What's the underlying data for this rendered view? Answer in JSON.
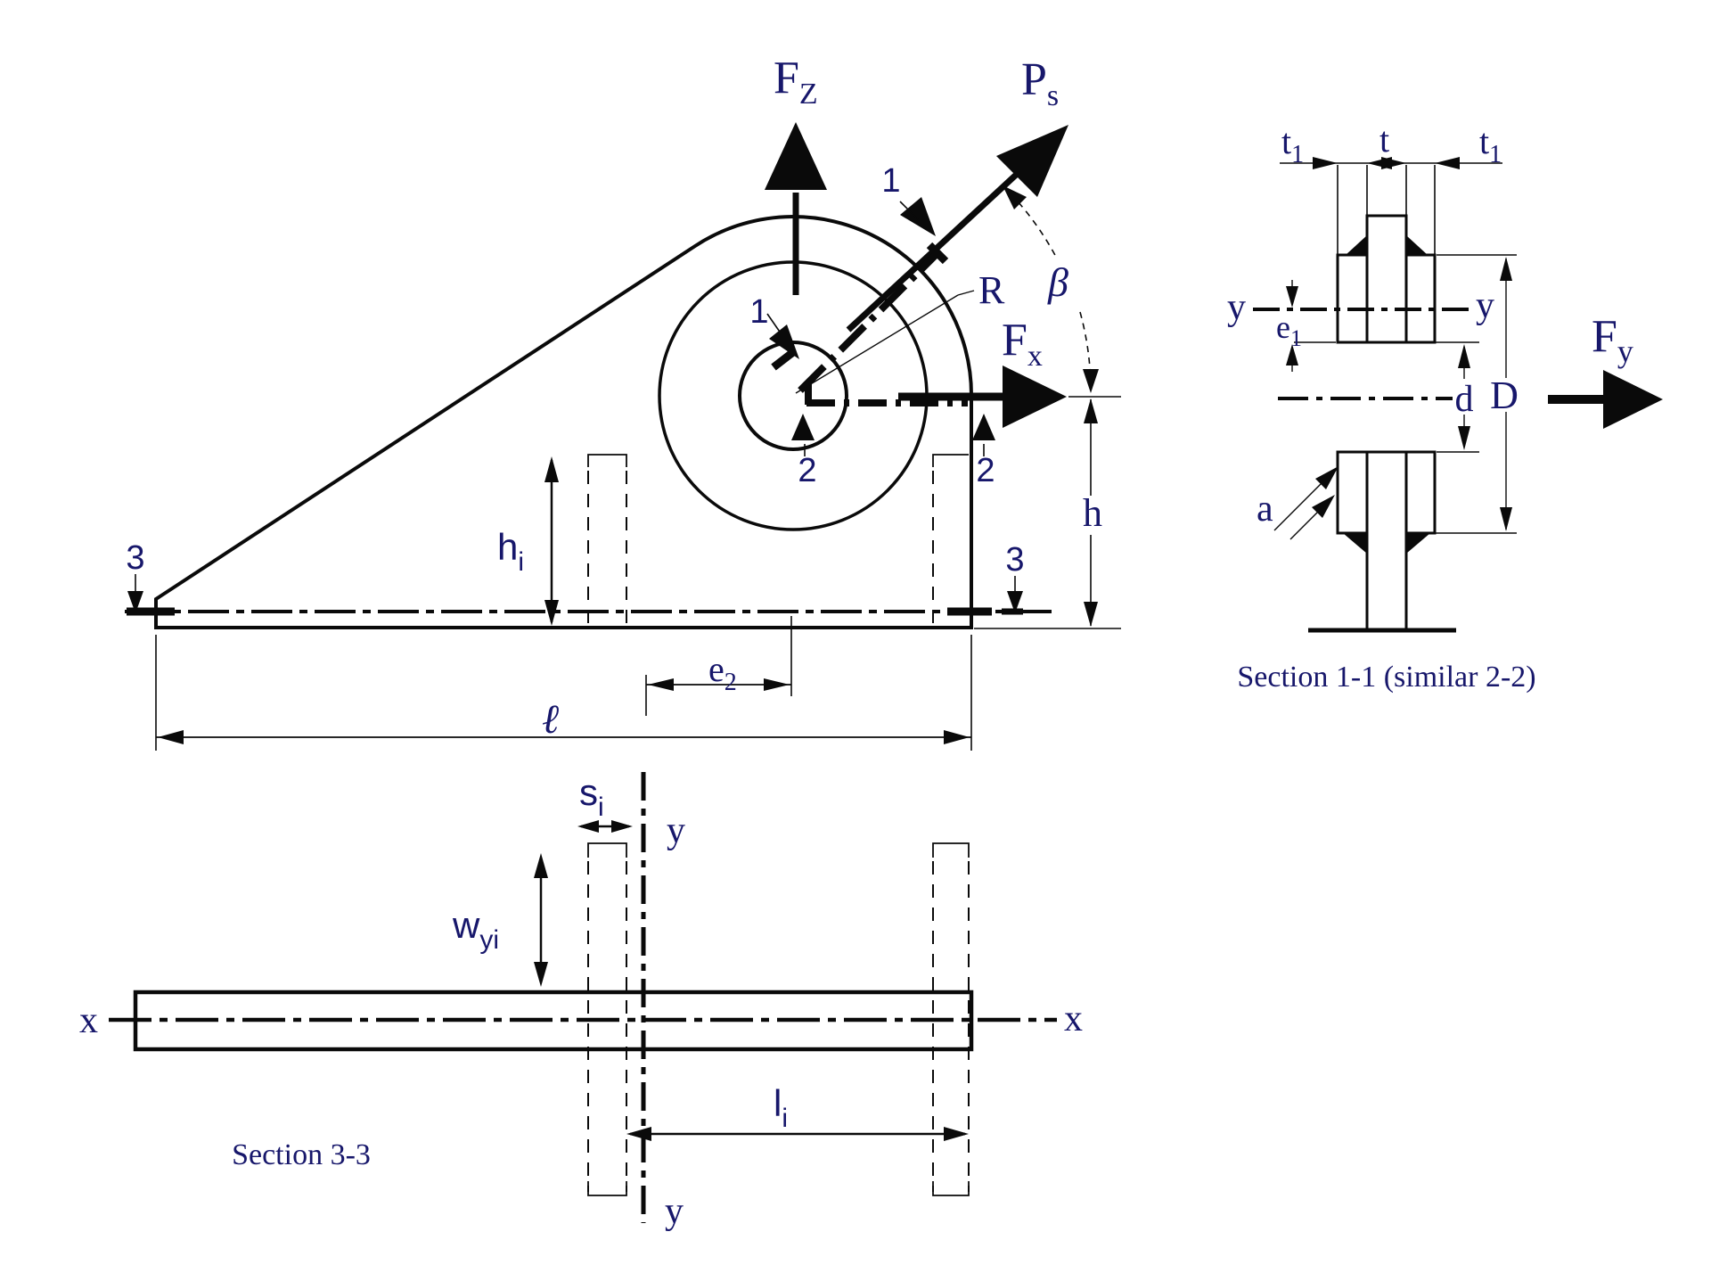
{
  "colors": {
    "line": "#0a0a0a",
    "text": "#17176b",
    "background": "#ffffff"
  },
  "main_view": {
    "forces": {
      "fz": {
        "base": "F",
        "sub": "Z"
      },
      "ps": {
        "base": "P",
        "sub": "s"
      },
      "fx": {
        "base": "F",
        "sub": "x"
      }
    },
    "dims": {
      "h": "h",
      "hi": {
        "base": "h",
        "sub": "i"
      },
      "e2": {
        "base": "e",
        "sub": "2"
      },
      "length": "ℓ",
      "radius": "R",
      "beta": "β"
    },
    "cuts": {
      "c1": "1",
      "c2": "2",
      "c3": "3"
    }
  },
  "section_11": {
    "caption": "Section 1-1 (similar 2-2)",
    "dims": {
      "t1": {
        "base": "t",
        "sub": "1"
      },
      "t": "t",
      "e1": {
        "base": "e",
        "sub": "1"
      },
      "d": "d",
      "D": "D",
      "a": "a"
    },
    "axes": {
      "y": "y"
    },
    "forces": {
      "fy": {
        "base": "F",
        "sub": "y"
      }
    }
  },
  "section_33": {
    "caption": "Section 3-3",
    "dims": {
      "si": {
        "base": "s",
        "sub": "i"
      },
      "wyi": {
        "base": "w",
        "sub": "yi"
      },
      "li": {
        "base": "l",
        "sub": "i"
      }
    },
    "axes": {
      "x": "x",
      "y": "y"
    }
  }
}
